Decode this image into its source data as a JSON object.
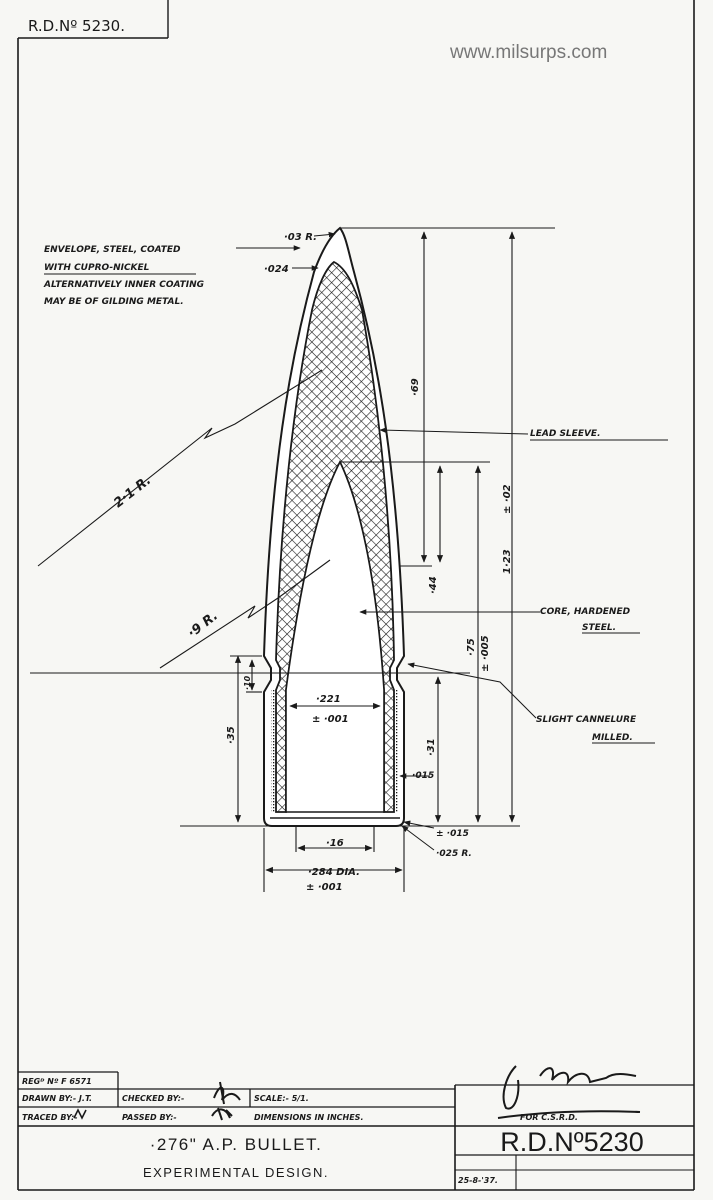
{
  "header": {
    "ref_number": "R.D.Nº 5230.",
    "watermark": "www.milsurps.com"
  },
  "notes": {
    "envelope": [
      "ENVELOPE, STEEL, COATED",
      "WITH CUPRO-NICKEL",
      "ALTERNATIVELY INNER COATING",
      "MAY BE OF GILDING METAL."
    ],
    "lead_sleeve": "LEAD SLEEVE.",
    "core": [
      "CORE, HARDENED",
      "STEEL."
    ],
    "cannelure": [
      "SLIGHT CANNELURE",
      "MILLED."
    ]
  },
  "dimensions": {
    "tip_radius": "·03 R.",
    "envelope_thickness": "·024",
    "ogive_radius_outer": "2·1 R.",
    "ogive_radius_core": "·9 R.",
    "dim_069": "·69",
    "dim_044": "·44",
    "overall_length": "1·23",
    "overall_tol": "± ·02",
    "core_length": "·75",
    "core_tol": "± ·005",
    "dim_031": "·31",
    "dim_035": "·35",
    "dim_010": "·10",
    "core_dia": "·221",
    "core_dia_tol": "± ·001",
    "jacket_wall": "·015",
    "base_wall": "± ·015",
    "base_radius": "·025 R.",
    "base_inner": "·16",
    "diameter": "·284 DIA.",
    "diameter_tol": "± ·001"
  },
  "title_block": {
    "reg_no": "REGᴰ Nº F 6571",
    "drawn_by": "DRAWN BY:- J.T.",
    "checked_by": "CHECKED BY:-",
    "scale": "SCALE:- 5/1.",
    "traced_by": "TRACED BY:- ",
    "passed_by": "PASSED BY:-",
    "dimensions_note": "DIMENSIONS  IN  INCHES.",
    "title": "·276\" A.P. BULLET.",
    "subtitle": "EXPERIMENTAL DESIGN.",
    "for_csrd": "FOR C.S.R.D.",
    "rd_number": "R.D.Nº5230",
    "date": "25-8-'37."
  },
  "colors": {
    "ink": "#1a1a1a",
    "paper": "#f7f7f4"
  }
}
